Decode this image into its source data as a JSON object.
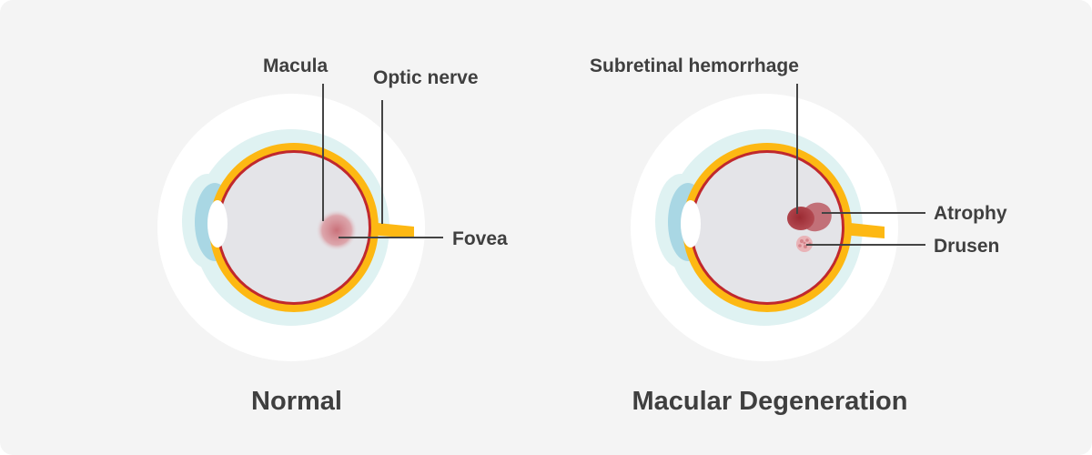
{
  "normal": {
    "title": "Normal",
    "labels": {
      "macula": "Macula",
      "optic_nerve": "Optic nerve",
      "fovea": "Fovea"
    }
  },
  "degeneration": {
    "title": "Macular Degeneration",
    "labels": {
      "hemorrhage": "Subretinal hemorrhage",
      "atrophy": "Atrophy",
      "drusen": "Drusen"
    }
  },
  "colors": {
    "panel": "#f4f4f4",
    "halo": "#ffffff",
    "outer_layer": "#dff2f2",
    "sclera": "#fdb813",
    "retina_line": "#c0282d",
    "vitreous": "#e4e4e8",
    "cornea": "#a9d7e4",
    "macula_spot": "#cf7f87",
    "leader_line": "#444444",
    "label_text": "#3f3f3f"
  }
}
